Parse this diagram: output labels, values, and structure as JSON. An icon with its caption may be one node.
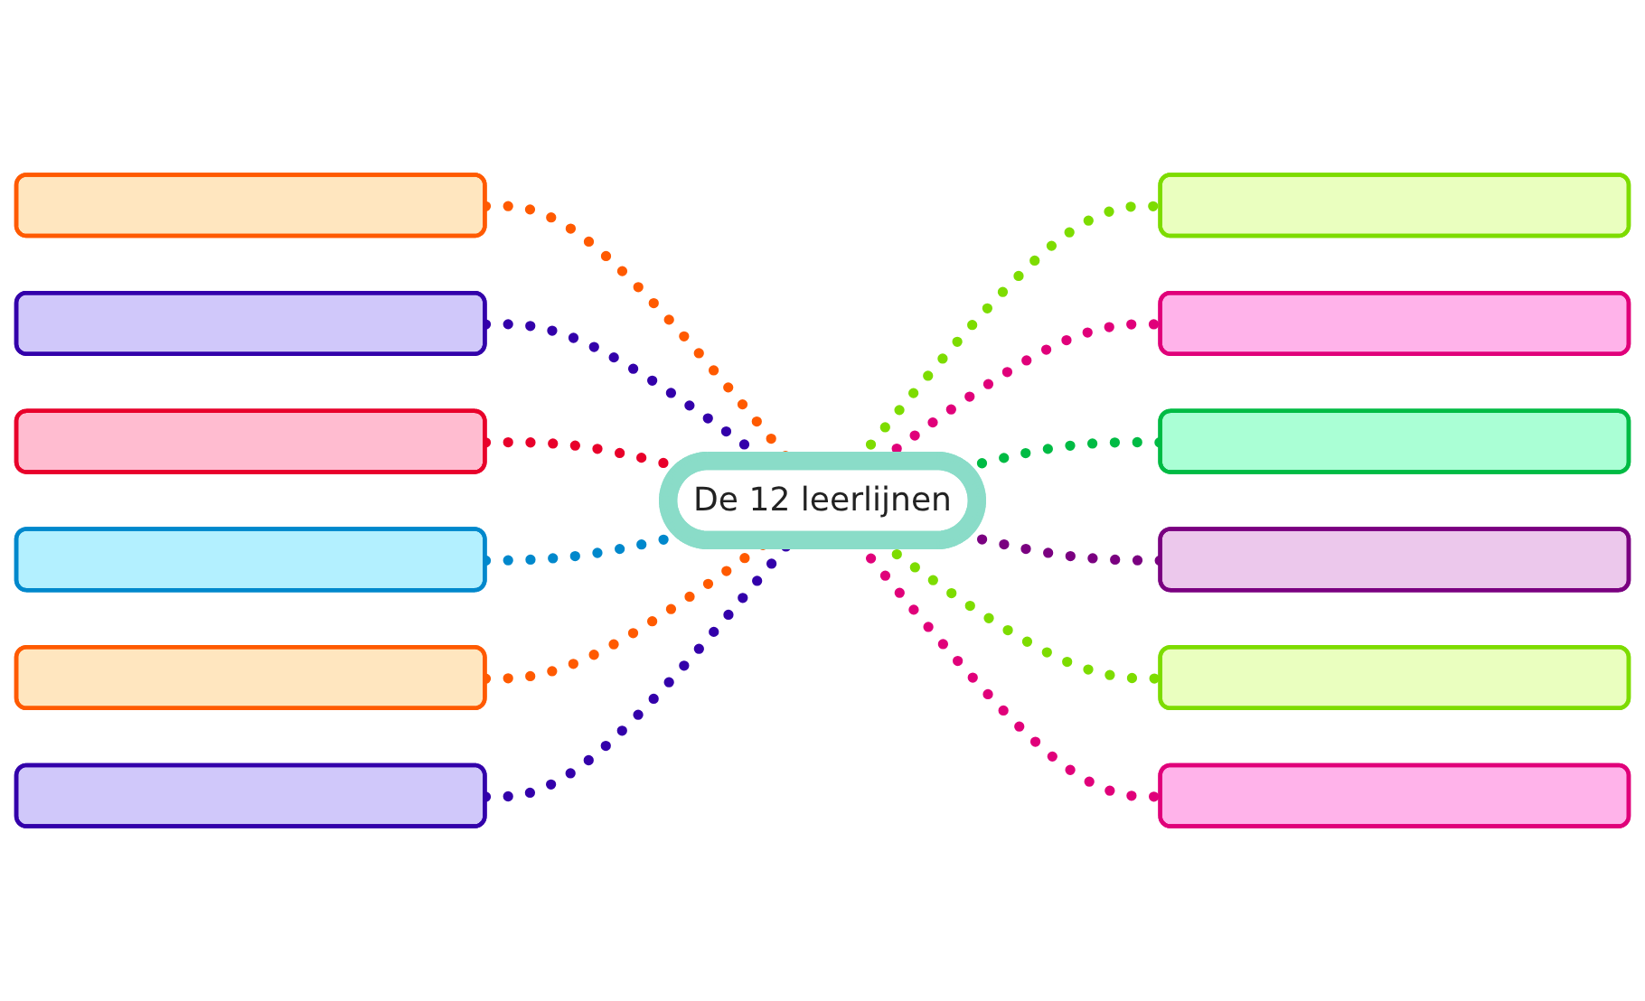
{
  "diagram": {
    "nodes": [
      {
        "text": [
          "De 12 leerlijnen"
        ]
      },
      {
        "text": [],
        "shape": "box"
      },
      {
        "text": [],
        "shape": "box"
      },
      {
        "text": [],
        "shape": "box"
      },
      {
        "text": [],
        "shape": "box"
      },
      {
        "text": [],
        "shape": "box"
      },
      {
        "text": [],
        "shape": "box"
      },
      {
        "text": [],
        "shape": "box"
      },
      {
        "text": [],
        "shape": "box"
      },
      {
        "text": [],
        "shape": "box"
      },
      {
        "text": [],
        "shape": "box"
      },
      {
        "text": [],
        "shape": "box"
      },
      {
        "text": [],
        "shape": "box"
      }
    ],
    "edges": [
      {
        "from": 1,
        "to": 0,
        "arrow": "none",
        "style": "dashed",
        "color": "#ff5a00"
      },
      {
        "from": 0,
        "to": 2,
        "arrow": "none",
        "style": "dashed",
        "color": "#7ddc00"
      },
      {
        "from": 3,
        "to": 0,
        "arrow": "none",
        "style": "dashed",
        "color": "#3300aa"
      },
      {
        "from": 0,
        "to": 4,
        "arrow": "none",
        "style": "dashed",
        "color": "#e0007a"
      },
      {
        "from": 5,
        "to": 0,
        "arrow": "none",
        "style": "dashed",
        "color": "#e8002a"
      },
      {
        "from": 0,
        "to": 6,
        "arrow": "none",
        "style": "dashed",
        "color": "#00bb44"
      },
      {
        "from": 7,
        "to": 0,
        "arrow": "none",
        "style": "dashed",
        "color": "#0088cc"
      },
      {
        "from": 0,
        "to": 8,
        "arrow": "none",
        "style": "dashed",
        "color": "#7a0080"
      },
      {
        "from": 9,
        "to": 0,
        "arrow": "none",
        "style": "dashed",
        "color": "#ff5a00"
      },
      {
        "from": 0,
        "to": 10,
        "arrow": "none",
        "style": "dashed",
        "color": "#7ddc00"
      },
      {
        "from": 11,
        "to": 0,
        "arrow": "none",
        "style": "dashed",
        "color": "#3300aa"
      },
      {
        "from": 0,
        "to": 12,
        "arrow": "none",
        "style": "dashed",
        "color": "#e0007a"
      }
    ]
  }
}
